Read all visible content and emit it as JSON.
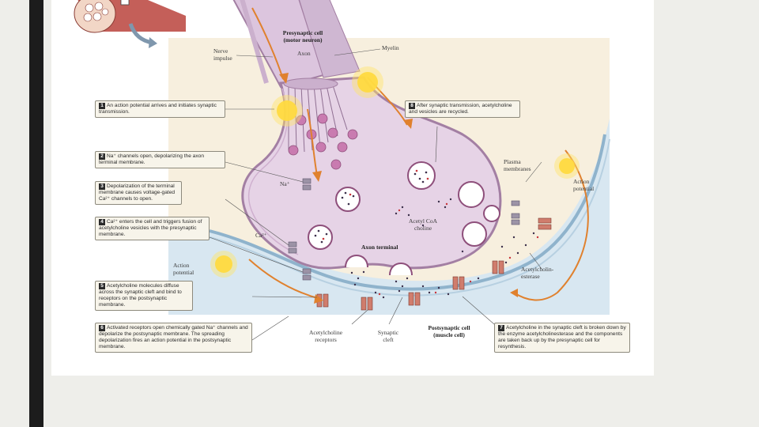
{
  "captions": [
    {
      "num": "1",
      "text": "An action potential arrives and initiates synaptic transmission."
    },
    {
      "num": "2",
      "text": "Na⁺ channels open, depolarizing the axon terminal membrane."
    },
    {
      "num": "3",
      "text": "Depolarization of the terminal membrane causes voltage-gated Ca²⁺ channels to open."
    },
    {
      "num": "4",
      "text": "Ca²⁺ enters the cell and triggers fusion of acetylcholine vesicles with the presynaptic membrane."
    },
    {
      "num": "5",
      "text": "Acetylcholine molecules diffuse across the synaptic cleft and bind to receptors on the postsynaptic membrane."
    },
    {
      "num": "6",
      "text": "Activated receptors open chemically gated Na⁺ channels and depolarize the postsynaptic membrane. The spreading depolarization fires an action potential in the postsynaptic membrane."
    },
    {
      "num": "7",
      "text": "Acetylcholine in the synaptic cleft is broken down by the enzyme acetylcholinesterase and the components are taken back up by the presynaptic cell for resynthesis."
    },
    {
      "num": "8",
      "text": "After synaptic transmission, acetylcholine and vesicles are recycled."
    }
  ],
  "labels": {
    "presynaptic_title": "Presynaptic cell",
    "presynaptic_sub": "(motor neuron)",
    "nerve_impulse_1": "Nerve",
    "nerve_impulse_2": "impulse",
    "axon": "Axon",
    "myelin": "Myelin",
    "plasma_1": "Plasma",
    "plasma_2": "membranes",
    "ap_right_1": "Action",
    "ap_right_2": "potential",
    "ap_left_1": "Action",
    "ap_left_2": "potential",
    "na": "Na⁺",
    "ca": "Ca²⁺",
    "acetyl_coa": "Acetyl CoA",
    "choline": "choline",
    "axon_terminal": "Axon terminal",
    "ache_1": "Acetylcholin-",
    "ache_2": "esterase",
    "ach_receptors_1": "Acetylcholine",
    "ach_receptors_2": "receptors",
    "cleft_1": "Synaptic",
    "cleft_2": "cleft",
    "postsynaptic_title": "Postsynaptic cell",
    "postsynaptic_sub": "(muscle cell)"
  },
  "colors": {
    "page_background": "#eeeeea",
    "left_bar": "#1c1c1c",
    "panel": "#f7efde",
    "muscle": "#d8e7f1",
    "terminal": "#e6d3e6",
    "membrane_outline": "#a37fa3",
    "vesicle": "#c97bb0",
    "flash": "#ffd21e",
    "arrow": "#e0812e",
    "caption_bg": "#f7f4ea",
    "number_box": "#2b2b2b"
  }
}
